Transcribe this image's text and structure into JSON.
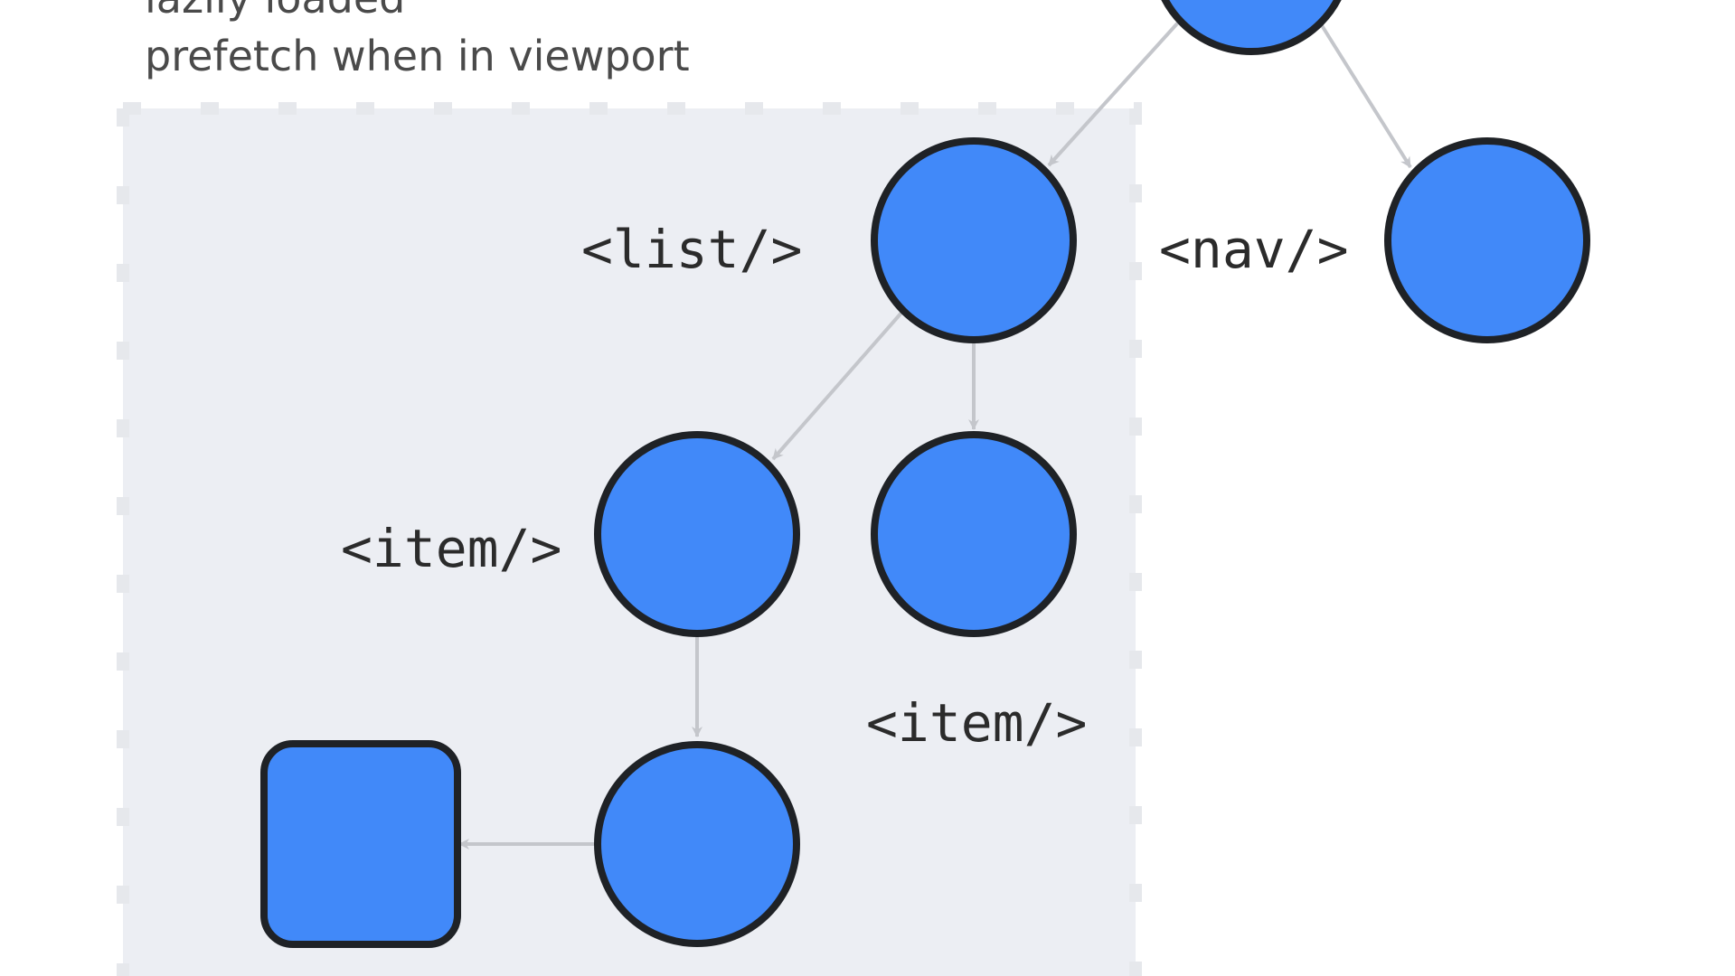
{
  "captions": {
    "line1": "lazily loaded",
    "line2": "prefetch when in viewport"
  },
  "labels": {
    "list": "<list/>",
    "nav": "<nav/>",
    "item_left": "<item/>",
    "item_right": "<item/>"
  },
  "colors": {
    "node_fill": "#4189f9",
    "node_stroke": "#1f2226",
    "edge": "#c4c6cb",
    "region": "#eceef3"
  }
}
